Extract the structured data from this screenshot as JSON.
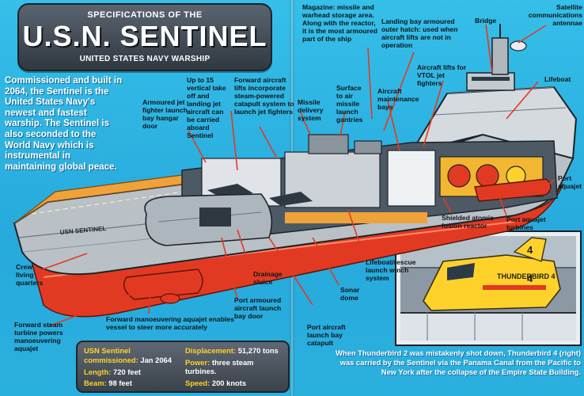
{
  "header": {
    "kicker": "SPECIFICATIONS OF THE",
    "title": "U.S.N. SENTINEL",
    "subtitle": "UNITED STATES NAVY WARSHIP"
  },
  "intro": "Commissioned and built in 2064, the Sentinel is the United States Navy's newest and fastest warship. The Sentinel is also seconded to the World Navy which is instrumental in maintaining global peace.",
  "hull_name": "USN SENTINEL",
  "inset_markings": {
    "tail_number": "4",
    "name": "THUNDERBIRD 4"
  },
  "labels": {
    "magazine": "Magazine: missile and warhead storage area. Along with the reactor, it is the most armoured part of the ship",
    "landing_hatch": "Landing bay armoured outer hatch: used when aircraft lifts are not in operation",
    "bridge": "Bridge",
    "satellite": "Satellite communications antennae",
    "armoured_hangar": "Armoured jet fighter launch bay hangar door",
    "vertical_takeoff": "Up to 15 vertical take off and landing jet aircraft can be carried aboard Sentinel",
    "forward_lifts": "Forward aircraft lifts incorporate steam-powered catapult system to launch jet fighters",
    "missile_delivery": "Missile delivery system",
    "surface_air": "Surface to air missile launch gantries",
    "maintenance": "Aircraft maintenance bays",
    "vtol_lifts": "Aircraft lifts for VTOL jet fighters",
    "lifeboat": "Lifeboat",
    "port_aquajet": "Port aquajet",
    "shielded_reactor": "Shielded atomic fusion reactor",
    "aquajet_turbines": "Port aquajet turbines",
    "crew_quarters": "Crew living quarters",
    "drainage": "Drainage sluice",
    "lifeboat_winch": "Lifeboat/rescue launch winch system",
    "sonar": "Sonar dome",
    "port_armoured_door": "Port armoured aircraft launch bay door",
    "forward_aquajet": "Forward manoeuvering aquajet enables vessel to steer more accurately",
    "forward_turbine": "Forward steam turbine powers manoeuvering aquajet",
    "port_catapult": "Port aircraft launch bay catapult"
  },
  "specs": {
    "name_key": "USN Sentinel",
    "commissioned_key": "commissioned:",
    "commissioned_val": "Jan 2064",
    "length_key": "Length:",
    "length_val": "720 feet",
    "beam_key": "Beam:",
    "beam_val": "98 feet",
    "displacement_key": "Displacement:",
    "displacement_val": "51,270 tons",
    "power_key": "Power:",
    "power_val": "three steam turbines.",
    "speed_key": "Speed:",
    "speed_val": "200 knots"
  },
  "caption": "When Thunderbird 2 was mistakenly shot down, Thunderbird 4 (right) was carried by the Sentinel via the Panama Canal from the Pacific to New York after the collapse of the Empire State Building.",
  "colors": {
    "background": "#2fb3e0",
    "leader_line": "#e23a22",
    "hull_red": "#e23a22",
    "hull_grey": "#b9c0c6",
    "deck_orange": "#f0a23a",
    "highlight_yellow": "#ffd22b",
    "title_box": "#3a424b"
  }
}
